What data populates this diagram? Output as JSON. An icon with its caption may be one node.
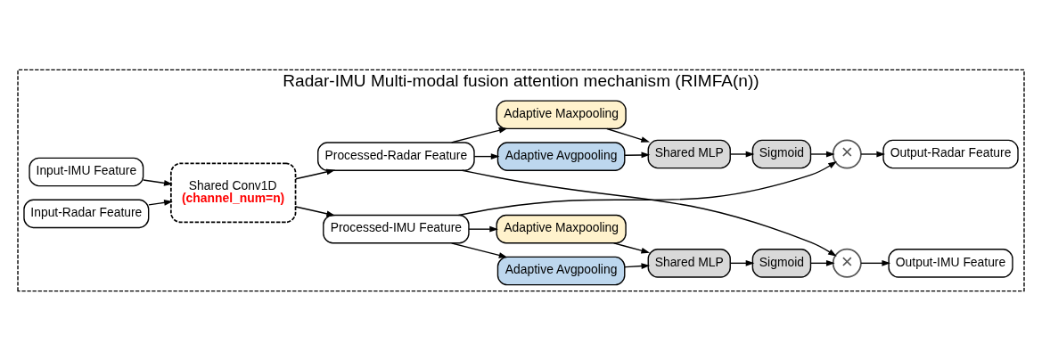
{
  "diagram": {
    "nodes": [
      {
        "text": [
          "Radar-IMU Multi-modal fusion attention mechanism (RIMFA(n))"
        ]
      },
      {
        "text": [
          "Input-IMU Feature"
        ],
        "in": 0
      },
      {
        "text": [
          "Input-Radar Feature"
        ],
        "in": 0
      },
      {
        "text": [
          "Shared Conv1D",
          "(channel_num=n)"
        ],
        "in": 0
      },
      {
        "text": [
          "Processed-IMU Feature"
        ],
        "in": 0
      },
      {
        "text": [
          "Adaptive Avgpooling"
        ],
        "in": 0
      },
      {
        "text": [
          "Adaptive Maxpooling"
        ],
        "in": 0
      },
      {
        "text": [
          "Shared MLP"
        ],
        "in": 0
      },
      {
        "text": [
          "Sigmoid"
        ],
        "in": 0
      },
      {
        "text": [
          "×"
        ],
        "in": 0
      },
      {
        "text": [
          "Output-IMU Feature"
        ],
        "in": 0
      },
      {
        "text": [
          "Processed-Radar Feature"
        ],
        "in": 0
      },
      {
        "text": [
          "Adaptive Avgpooling"
        ],
        "in": 0
      },
      {
        "text": [
          "Adaptive Maxpooling"
        ],
        "in": 0
      },
      {
        "text": [
          "Shared MLP"
        ],
        "in": 0
      },
      {
        "text": [
          "Sigmoid"
        ],
        "in": 0
      },
      {
        "text": [
          "×"
        ],
        "in": 0
      },
      {
        "text": [
          "Output-Radar Feature"
        ],
        "in": 0
      }
    ],
    "edges": [
      {
        "from": 1,
        "to": 3,
        "arrow": "to"
      },
      {
        "from": 2,
        "to": 3,
        "arrow": "to"
      },
      {
        "from": 3,
        "to": 4,
        "arrow": "to"
      },
      {
        "from": 3,
        "to": 11,
        "arrow": "to"
      },
      {
        "from": 4,
        "to": 5,
        "arrow": "to"
      },
      {
        "from": 4,
        "to": 6,
        "arrow": "to"
      },
      {
        "from": 5,
        "to": 7,
        "arrow": "to"
      },
      {
        "from": 6,
        "to": 7,
        "arrow": "to"
      },
      {
        "from": 7,
        "to": 8,
        "arrow": "to"
      },
      {
        "from": 8,
        "to": 9,
        "arrow": "to"
      },
      {
        "from": 11,
        "to": 9,
        "arrow": "to"
      },
      {
        "from": 9,
        "to": 10,
        "arrow": "to"
      },
      {
        "from": 11,
        "to": 12,
        "arrow": "to"
      },
      {
        "from": 11,
        "to": 13,
        "arrow": "to"
      },
      {
        "from": 12,
        "to": 14,
        "arrow": "to"
      },
      {
        "from": 13,
        "to": 14,
        "arrow": "to"
      },
      {
        "from": 14,
        "to": 15,
        "arrow": "to"
      },
      {
        "from": 15,
        "to": 16,
        "arrow": "to"
      },
      {
        "from": 4,
        "to": 16,
        "arrow": "to"
      },
      {
        "from": 16,
        "to": 17,
        "arrow": "to"
      }
    ]
  }
}
